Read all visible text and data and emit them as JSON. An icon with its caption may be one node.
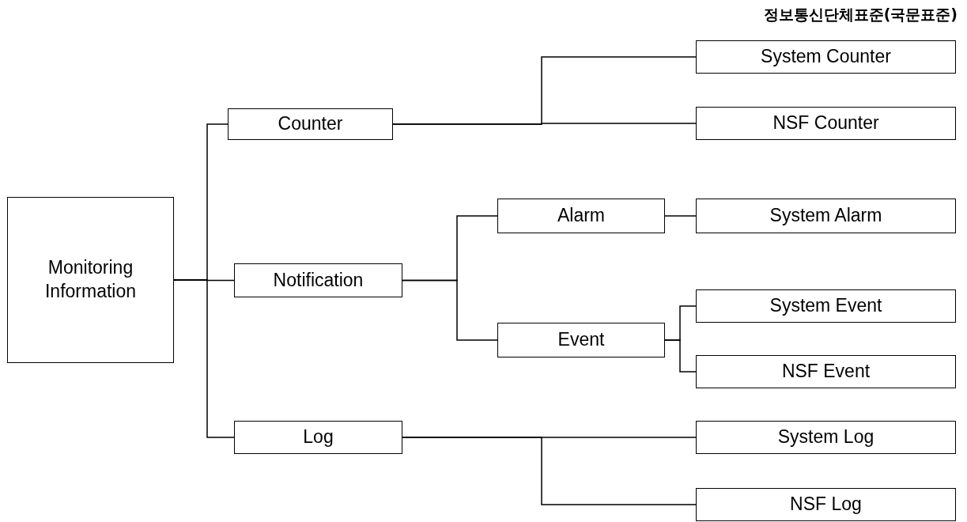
{
  "diagram": {
    "nodes": [
      {
        "text": [
          "Monitoring Information"
        ]
      },
      {
        "text": [
          "Counter"
        ]
      },
      {
        "text": [
          "Notification"
        ]
      },
      {
        "text": [
          "Log"
        ]
      },
      {
        "text": [
          "Alarm"
        ]
      },
      {
        "text": [
          "Event"
        ]
      },
      {
        "text": [
          "System Counter"
        ]
      },
      {
        "text": [
          "NSF Counter"
        ]
      },
      {
        "text": [
          "System Alarm"
        ]
      },
      {
        "text": [
          "System Event"
        ]
      },
      {
        "text": [
          "NSF Event"
        ]
      },
      {
        "text": [
          "System Log"
        ]
      },
      {
        "text": [
          "NSF Log"
        ]
      }
    ],
    "edges": [
      {
        "from": 0,
        "to": 1,
        "arrow": "none"
      },
      {
        "from": 0,
        "to": 2,
        "arrow": "none"
      },
      {
        "from": 0,
        "to": 3,
        "arrow": "none"
      },
      {
        "from": 1,
        "to": 6,
        "arrow": "none"
      },
      {
        "from": 1,
        "to": 7,
        "arrow": "none"
      },
      {
        "from": 2,
        "to": 4,
        "arrow": "none"
      },
      {
        "from": 2,
        "to": 5,
        "arrow": "none"
      },
      {
        "from": 4,
        "to": 8,
        "arrow": "none"
      },
      {
        "from": 5,
        "to": 9,
        "arrow": "none"
      },
      {
        "from": 5,
        "to": 10,
        "arrow": "none"
      },
      {
        "from": 3,
        "to": 11,
        "arrow": "none"
      },
      {
        "from": 3,
        "to": 12,
        "arrow": "none"
      }
    ],
    "labels": [
      "정보통신단체표준(국문표준)"
    ]
  }
}
